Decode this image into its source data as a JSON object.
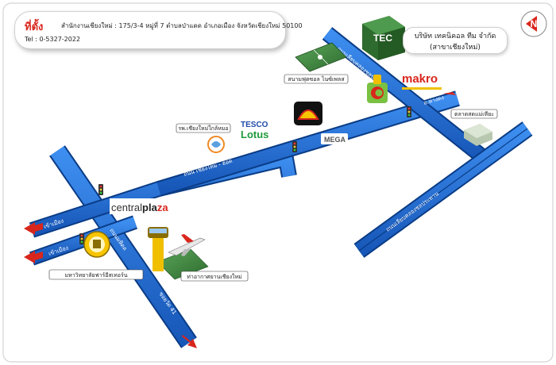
{
  "header": {
    "title": "ที่ตั้ง",
    "address": "สำนักงานเชียงใหม่ : 175/3-4 หมู่ที่ 7 ตำบลป่าแดด อำเภอเมือง จังหวัดเชียงใหม่ 50100",
    "phone": "Tel : 0-5327-2022"
  },
  "company": {
    "line1": "บริษัท เทคนิคอล ทีม จำกัด",
    "line2": "(สาขาเชียงใหม่)",
    "logo_text": "TEC"
  },
  "compass": {
    "letter": "N"
  },
  "roads": {
    "chiangmai_hod": "ถนน เชียงใหม่ - ฮอด",
    "canal": "ถนนเลียบคลองชลประทาน",
    "outer_ring": "ถนนมหิดล",
    "soi": "ซอยวัด 41",
    "mahidol_inner": "ถนนมหิดล",
    "to_hangdong": "อ.หางดง",
    "to_city_1": "เข้าเมือง",
    "to_city_2": "เข้าเมือง",
    "canal_road_top": "ถนนเลียบคลองชลประทาน"
  },
  "places": {
    "central_plaza": {
      "part1": "central",
      "part2": "pla",
      "part3": "za"
    },
    "tesco_top": "TESCO",
    "tesco_bottom": "Lotus",
    "makro": "makro",
    "mega": "MEGA",
    "hospital": "รพ.เชียงใหม่ใกล้หมอ",
    "football": "สนามฟุตซอล ไนซ์เพลส",
    "market": "ตลาดสดแม่เหียะ",
    "university": "มหาวิทยาลัยฟาร์อีสเทอร์น",
    "airport": "ท่าอากาศยานเชียงใหม่"
  },
  "colors": {
    "road_fill": "#1f6fd1",
    "road_edge": "#0a3c86",
    "accent_red": "#d9261c",
    "tec_green": "#3a7d3a"
  },
  "icons": [
    "traffic-light-icon",
    "shell-logo-icon",
    "hospital-icon",
    "airplane-icon",
    "control-tower-icon",
    "university-seal-icon",
    "compass-icon",
    "arrow-icon"
  ]
}
